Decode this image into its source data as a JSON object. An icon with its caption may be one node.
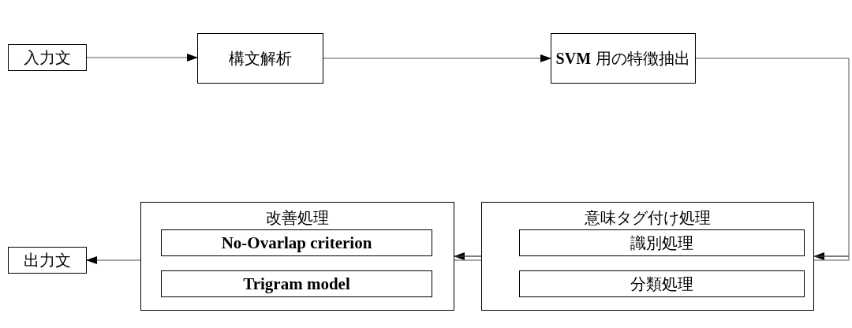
{
  "diagram": {
    "nodes": [
      {
        "text": [
          "入力文"
        ]
      },
      {
        "text": [
          "構文解析"
        ]
      },
      {
        "text": [
          "**SVM** 用の特徴抽出"
        ]
      },
      {
        "text": [
          "出力文"
        ]
      },
      {
        "text": [
          "改善処理"
        ]
      },
      {
        "text": [
          "No-Ovarlap criterion"
        ],
        "in": 4
      },
      {
        "text": [
          "Trigram model"
        ],
        "in": 4
      },
      {
        "text": [
          "意味タグ付け処理"
        ]
      },
      {
        "text": [
          "識別処理"
        ],
        "in": 7
      },
      {
        "text": [
          "分類処理"
        ],
        "in": 7
      }
    ],
    "edges": [
      {
        "from": 0,
        "to": 1,
        "arrow": "to"
      },
      {
        "from": 1,
        "to": 2,
        "arrow": "to"
      },
      {
        "from": 2,
        "to": 7,
        "arrow": "to"
      },
      {
        "from": 7,
        "to": 4,
        "arrow": "to"
      },
      {
        "from": 4,
        "to": 3,
        "arrow": "to"
      }
    ]
  }
}
